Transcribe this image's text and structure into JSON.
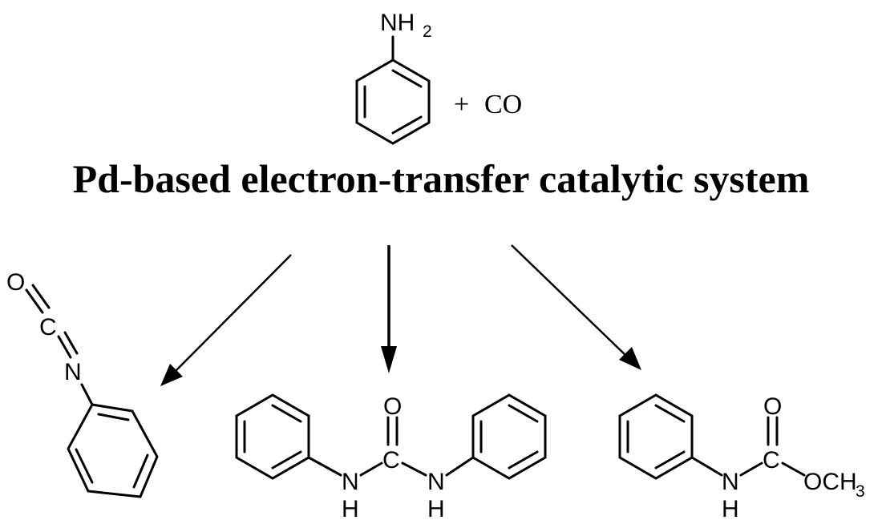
{
  "reactants": {
    "amine_label": "NH",
    "amine_subscript": "2",
    "plus_sign": "+",
    "co_label": "CO"
  },
  "title": "Pd-based electron-transfer catalytic system",
  "products": {
    "isocyanate": {
      "o_label": "O",
      "c_label": "C",
      "n_label": "N"
    },
    "urea": {
      "o_label": "O",
      "c_label": "C",
      "n1_label": "N",
      "h1_label": "H",
      "n2_label": "N",
      "h2_label": "H"
    },
    "carbamate": {
      "o_label": "O",
      "c_label": "C",
      "n_label": "N",
      "h_label": "H",
      "och_label": "OCH",
      "och_subscript": "3"
    }
  }
}
